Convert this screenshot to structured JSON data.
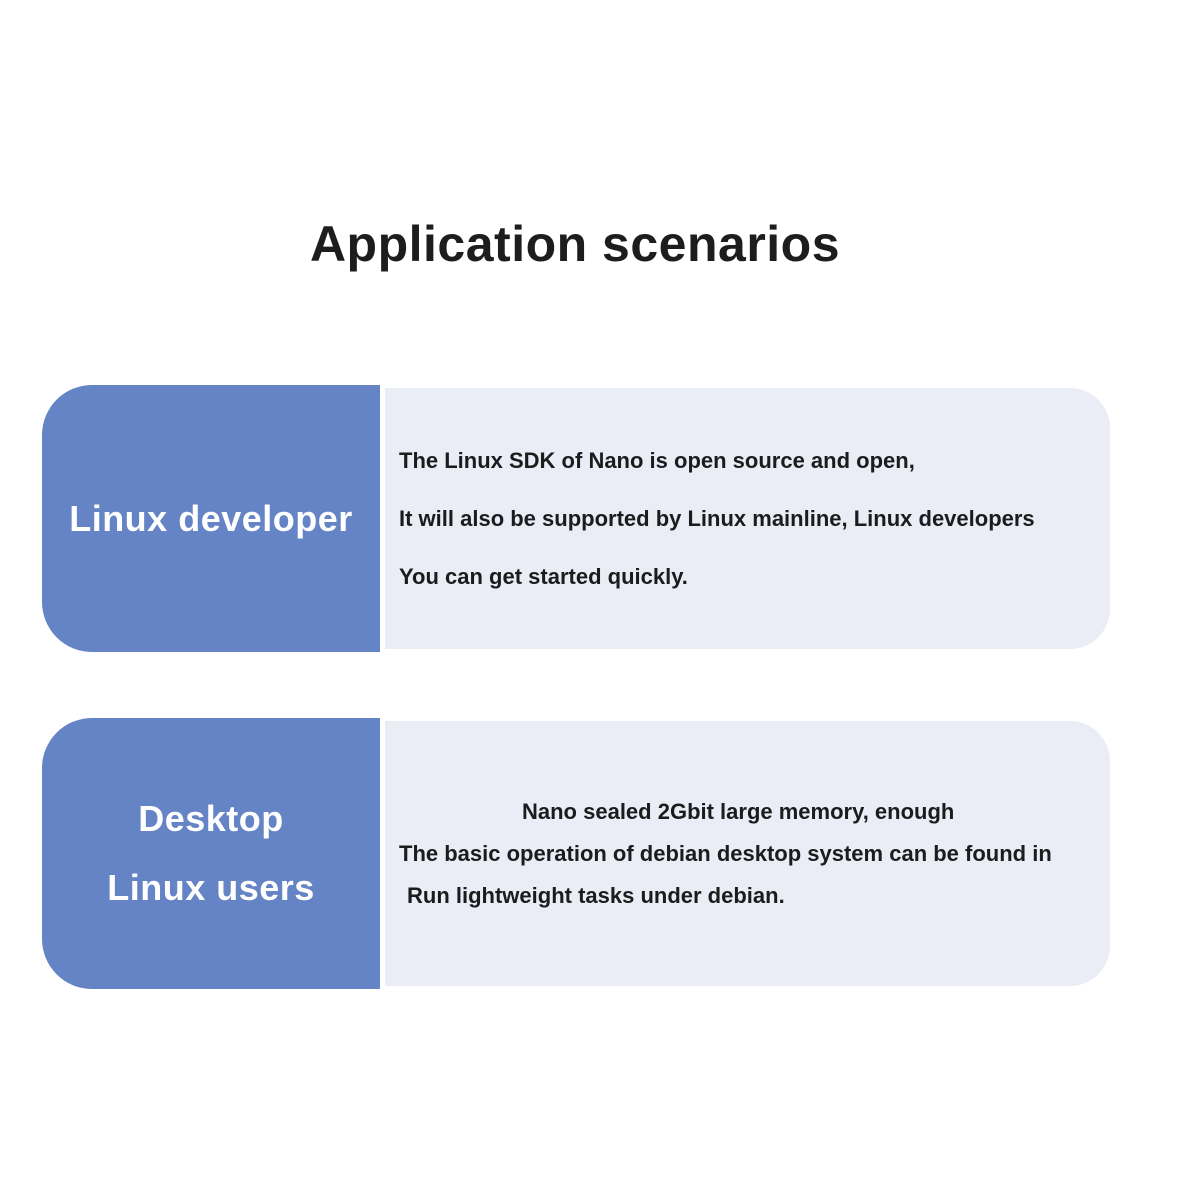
{
  "title": "Application scenarios",
  "colors": {
    "accent_blue": "#6484c5",
    "panel_light": "#ebedf6",
    "text_dark": "#1b1c1e",
    "label_text": "#ffffff"
  },
  "cards": [
    {
      "label_lines": [
        "Linux developer"
      ],
      "body_lines": [
        "The Linux SDK of Nano is open source and open,",
        "It will also be supported by Linux mainline, Linux developers",
        "You can get started quickly."
      ]
    },
    {
      "label_lines": [
        "Desktop",
        "Linux users"
      ],
      "body_lines": [
        "Nano sealed 2Gbit large memory, enough",
        "The basic operation of debian desktop system can be found in",
        "Run lightweight tasks under debian."
      ]
    }
  ]
}
